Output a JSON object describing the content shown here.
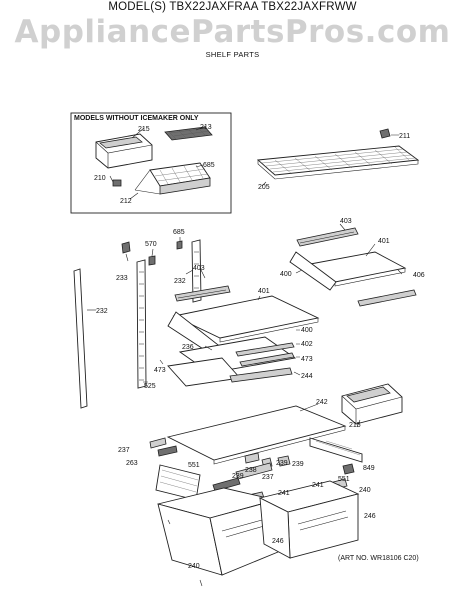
{
  "header": {
    "title": "MODEL(S) TBX22JAXFRAA  TBX22JAXFRWW",
    "watermark": "AppliancePartsPros.com",
    "subtitle": "SHELF PARTS"
  },
  "inset": {
    "label": "MODELS WITHOUT ICEMAKER ONLY"
  },
  "art_number": "(ART NO. WR18106 C20)",
  "callouts": {
    "c215a": "215",
    "c213": "213",
    "c685a": "685",
    "c210": "210",
    "c212": "212",
    "c211": "211",
    "c205": "205",
    "c685b": "685",
    "c570": "570",
    "c233": "233",
    "c232a": "232",
    "c403a": "403",
    "c401a": "401",
    "c232b": "232",
    "c400a": "400",
    "c402": "402",
    "c236": "236",
    "c473a": "473",
    "c244": "244",
    "c473b": "473",
    "c525": "525",
    "c403b": "403",
    "c401b": "401",
    "c400b": "400",
    "c406": "406",
    "c215b": "215",
    "c242": "242",
    "c237a": "237",
    "c263": "263",
    "c551a": "551",
    "c238": "238",
    "c239a": "239",
    "c237b": "237",
    "c239b": "239",
    "c239c": "239",
    "c849": "849",
    "c551b": "551",
    "c241a": "241",
    "c241b": "241",
    "c240a": "240",
    "c246a": "246",
    "c246b": "246",
    "c240b": "240"
  }
}
